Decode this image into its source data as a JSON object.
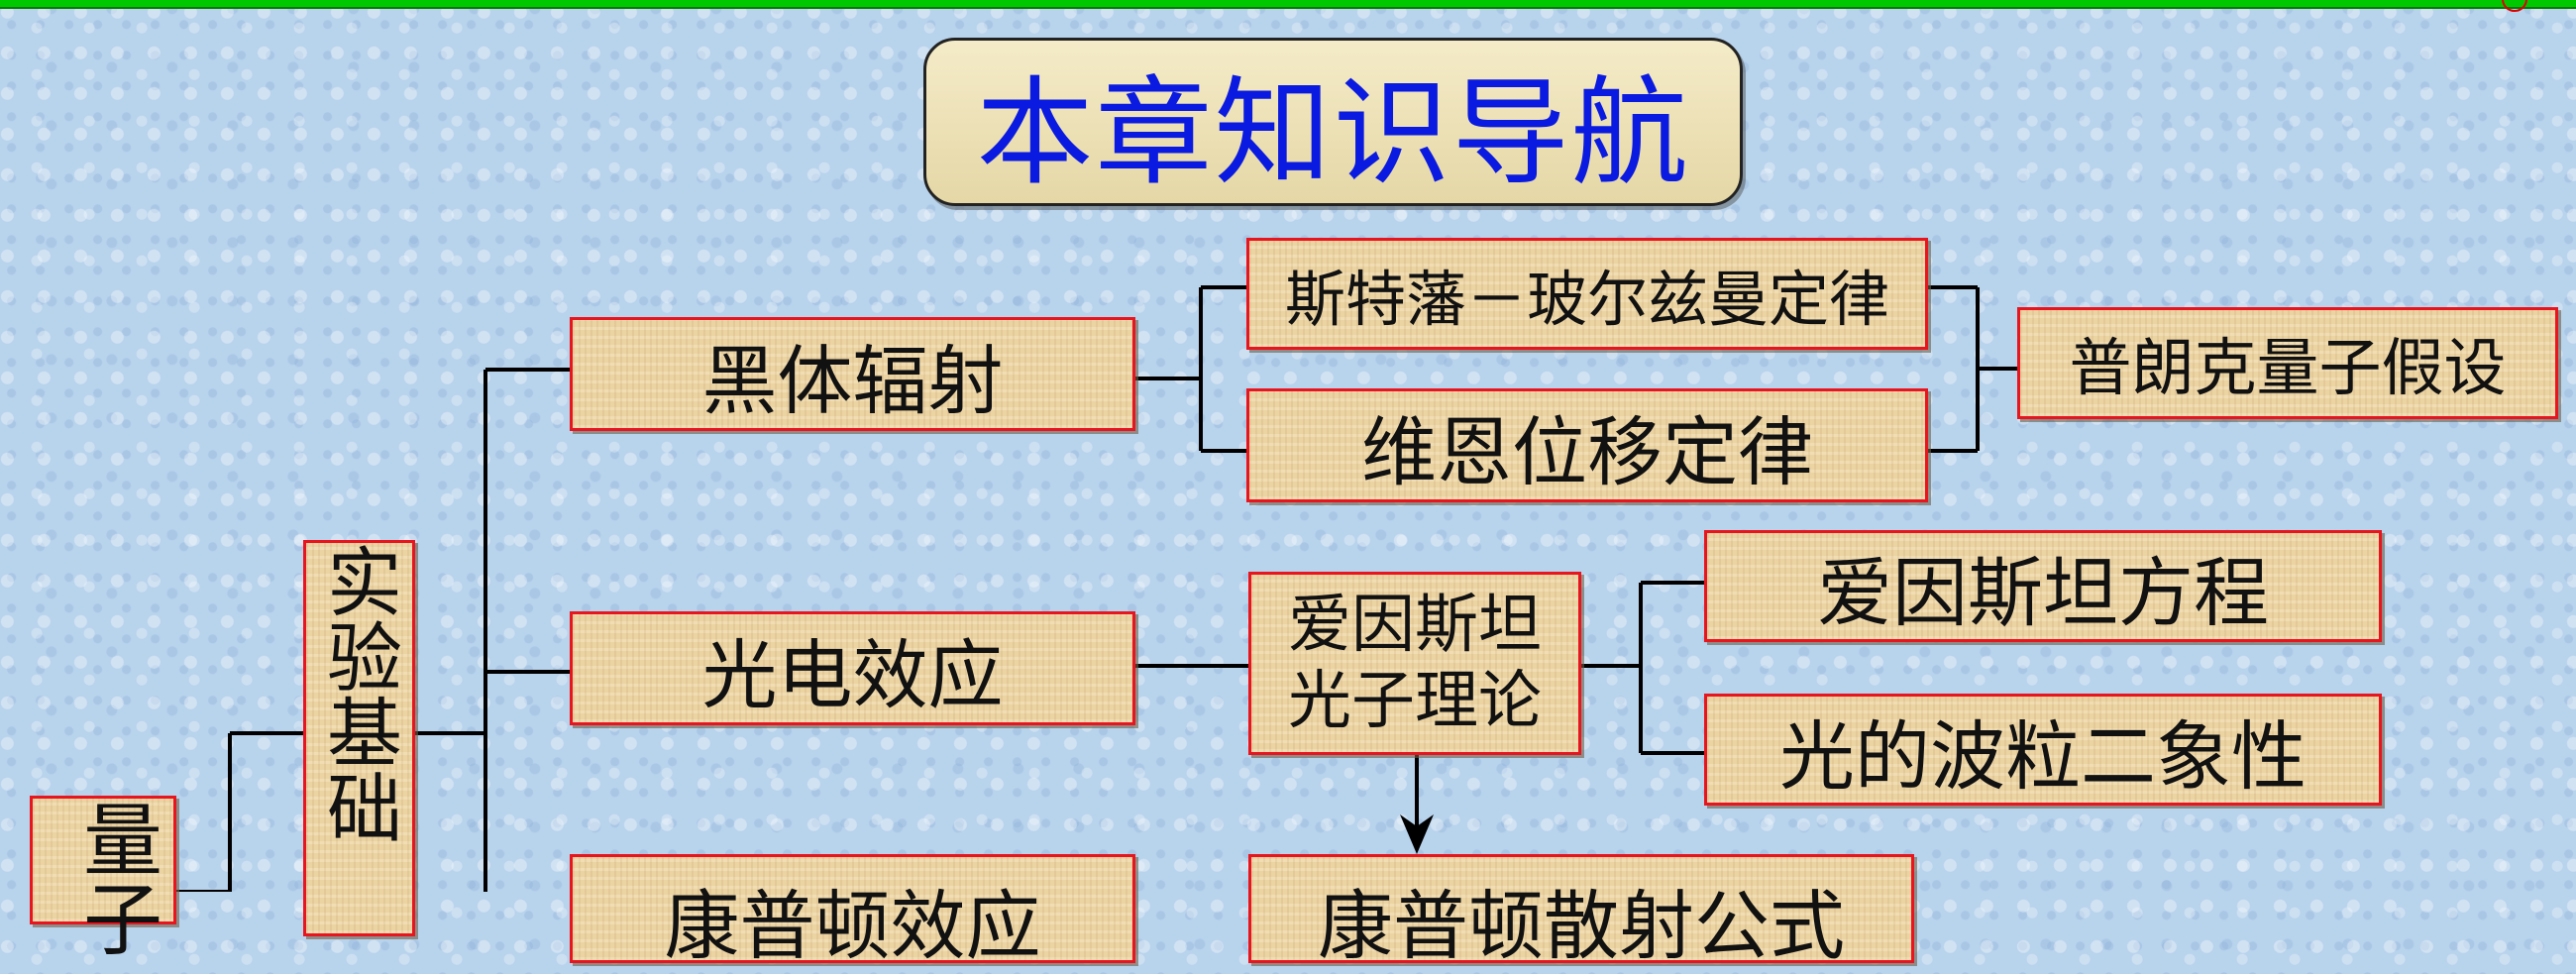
{
  "title": "本章知识导航",
  "colors": {
    "background": "#b8d3ec",
    "title_text": "#0a1ae0",
    "node_fill": "#ecd3a2",
    "node_border": "#e8141e",
    "connector": "#000000",
    "top_strip": "#00c800"
  },
  "nodes": {
    "quantum": "量子",
    "experiment_basis": "实验基础",
    "blackbody": "黑体辐射",
    "stefan_boltzmann": "斯特藩－玻尔兹曼定律",
    "wien": "维恩位移定律",
    "planck": "普朗克量子假设",
    "photoelectric": "光电效应",
    "einstein_photon": "爱因斯坦\n光子理论",
    "einstein_equation": "爱因斯坦方程",
    "wave_particle": "光的波粒二象性",
    "compton_effect": "康普顿效应",
    "compton_formula": "康普顿散射公式"
  }
}
